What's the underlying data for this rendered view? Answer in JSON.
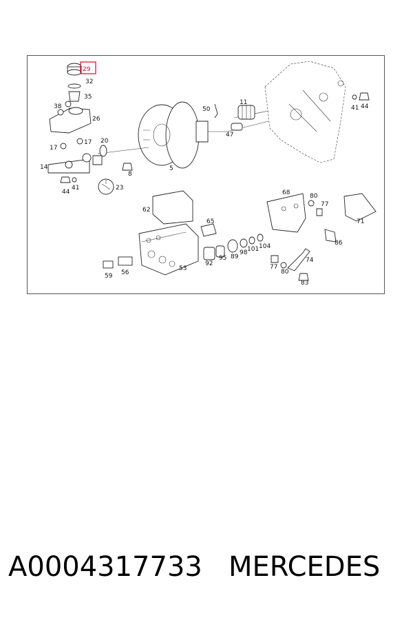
{
  "diagram": {
    "highlight_color": "#e8001c",
    "highlighted_part": "29",
    "part_numbers": {
      "p29": "29",
      "p32": "32",
      "p35": "35",
      "p38": "38",
      "p26": "26",
      "p17a": "17",
      "p17b": "17",
      "p20": "20",
      "p14": "14",
      "p44a": "44",
      "p41a": "41",
      "p23": "23",
      "p8": "8",
      "p5": "5",
      "p50": "50",
      "p11": "11",
      "p47": "47",
      "p41b": "41",
      "p44b": "44",
      "p62": "62",
      "p65": "65",
      "p53": "53",
      "p59": "59",
      "p56": "56",
      "p92": "92",
      "p95": "95",
      "p89": "89",
      "p98": "98",
      "p101": "101",
      "p104": "104",
      "p68": "68",
      "p80a": "80",
      "p77a": "77",
      "p71": "71",
      "p86": "86",
      "p74": "74",
      "p77b": "77",
      "p80b": "80",
      "p83": "83"
    }
  },
  "caption": {
    "part_number": "A0004317733",
    "brand": "MERCEDES"
  }
}
